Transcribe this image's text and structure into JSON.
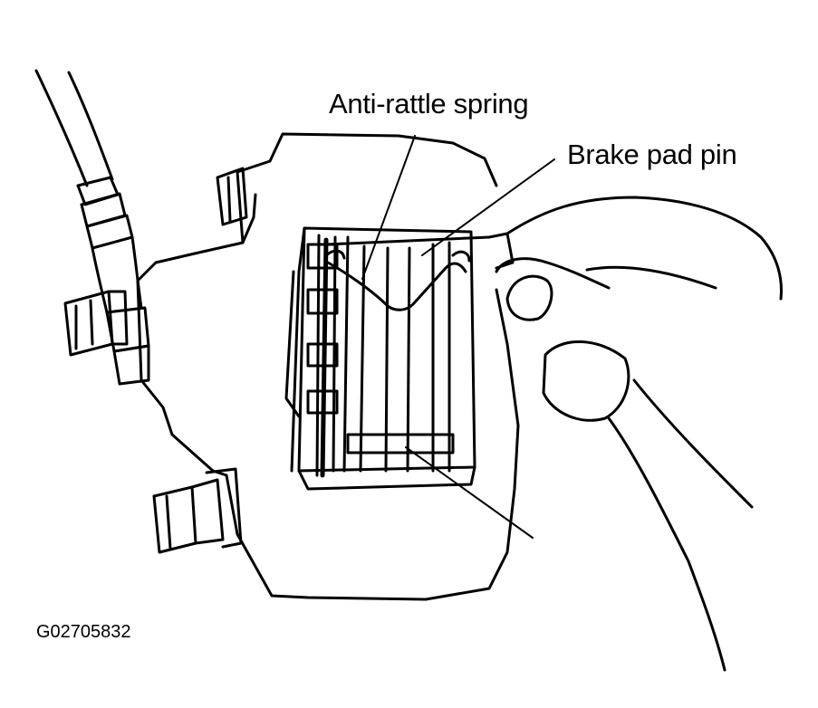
{
  "diagram": {
    "callouts": {
      "anti_rattle_spring": "Anti-rattle spring",
      "brake_pad_pin": "Brake pad pin"
    },
    "figure_id": "G02705832"
  },
  "colors": {
    "ink": "#000000",
    "paper": "#ffffff"
  }
}
